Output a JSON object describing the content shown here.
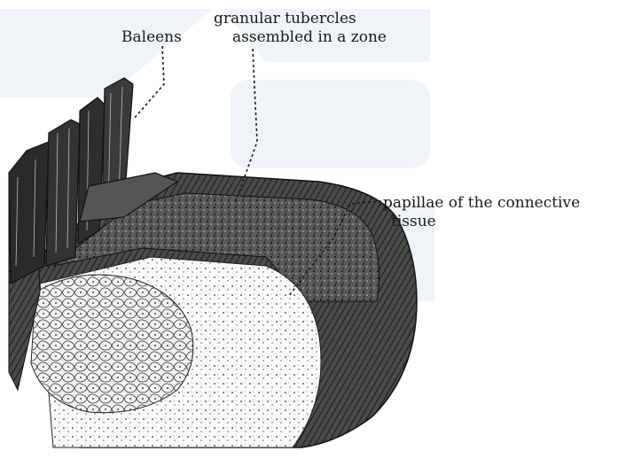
{
  "labels": {
    "baleens": "Baleens",
    "tubercles_line1": "granular tubercles",
    "tubercles_line2": "assembled in a zone",
    "papillae_line1": "papillae of the connective",
    "papillae_line2": "tissue"
  },
  "colors": {
    "ink": "#1a1a1a",
    "watermark": "#cfe0ec"
  }
}
